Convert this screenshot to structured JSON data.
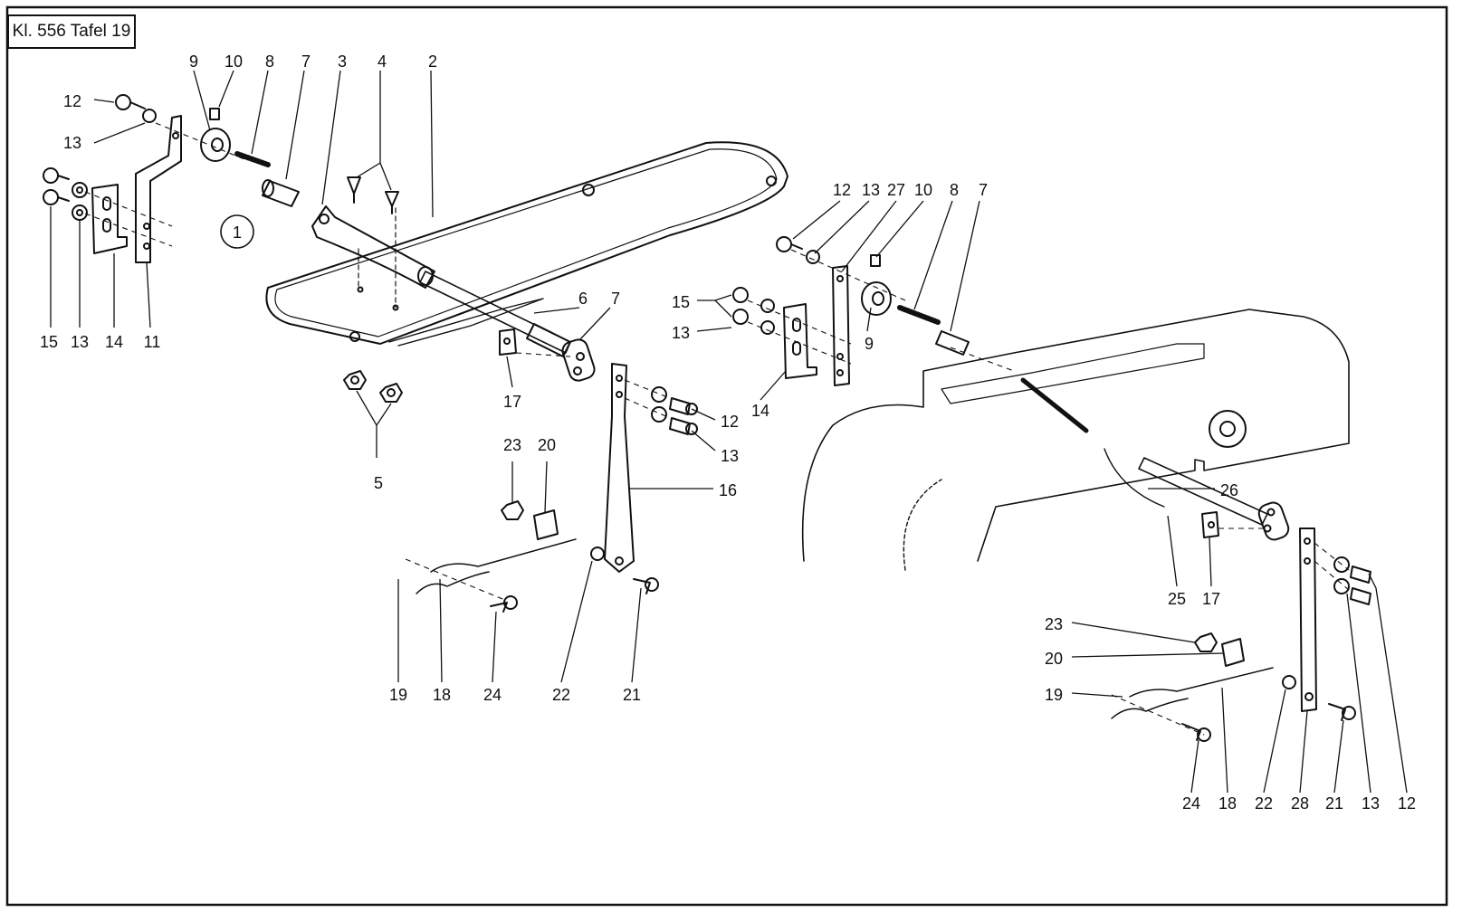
{
  "title": "Kl. 556  Tafel 19",
  "circle_label": "1",
  "callouts": [
    {
      "id": "c1",
      "text": "9"
    },
    {
      "id": "c2",
      "text": "10"
    },
    {
      "id": "c3",
      "text": "8"
    },
    {
      "id": "c4",
      "text": "7"
    },
    {
      "id": "c5",
      "text": "3"
    },
    {
      "id": "c6",
      "text": "4"
    },
    {
      "id": "c7",
      "text": "2"
    },
    {
      "id": "c8",
      "text": "12"
    },
    {
      "id": "c9",
      "text": "13"
    },
    {
      "id": "c10",
      "text": "15"
    },
    {
      "id": "c11",
      "text": "13"
    },
    {
      "id": "c12",
      "text": "14"
    },
    {
      "id": "c13",
      "text": "11"
    },
    {
      "id": "c14",
      "text": "6"
    },
    {
      "id": "c15",
      "text": "7"
    },
    {
      "id": "c16",
      "text": "17"
    },
    {
      "id": "c17",
      "text": "5"
    },
    {
      "id": "c18",
      "text": "12"
    },
    {
      "id": "c19",
      "text": "13"
    },
    {
      "id": "c20",
      "text": "16"
    },
    {
      "id": "c21",
      "text": "23"
    },
    {
      "id": "c22",
      "text": "20"
    },
    {
      "id": "c23",
      "text": "19"
    },
    {
      "id": "c24",
      "text": "18"
    },
    {
      "id": "c25",
      "text": "24"
    },
    {
      "id": "c26",
      "text": "22"
    },
    {
      "id": "c27",
      "text": "21"
    },
    {
      "id": "c28",
      "text": "12"
    },
    {
      "id": "c29",
      "text": "13"
    },
    {
      "id": "c30",
      "text": "27"
    },
    {
      "id": "c31",
      "text": "10"
    },
    {
      "id": "c32",
      "text": "8"
    },
    {
      "id": "c33",
      "text": "7"
    },
    {
      "id": "c34",
      "text": "15"
    },
    {
      "id": "c35",
      "text": "13"
    },
    {
      "id": "c36",
      "text": "9"
    },
    {
      "id": "c37",
      "text": "14"
    },
    {
      "id": "c38",
      "text": "26"
    },
    {
      "id": "c39",
      "text": "25"
    },
    {
      "id": "c40",
      "text": "17"
    },
    {
      "id": "c41",
      "text": "23"
    },
    {
      "id": "c42",
      "text": "20"
    },
    {
      "id": "c43",
      "text": "19"
    },
    {
      "id": "c44",
      "text": "24"
    },
    {
      "id": "c45",
      "text": "18"
    },
    {
      "id": "c46",
      "text": "22"
    },
    {
      "id": "c47",
      "text": "28"
    },
    {
      "id": "c48",
      "text": "21"
    },
    {
      "id": "c49",
      "text": "13"
    },
    {
      "id": "c50",
      "text": "12"
    }
  ]
}
